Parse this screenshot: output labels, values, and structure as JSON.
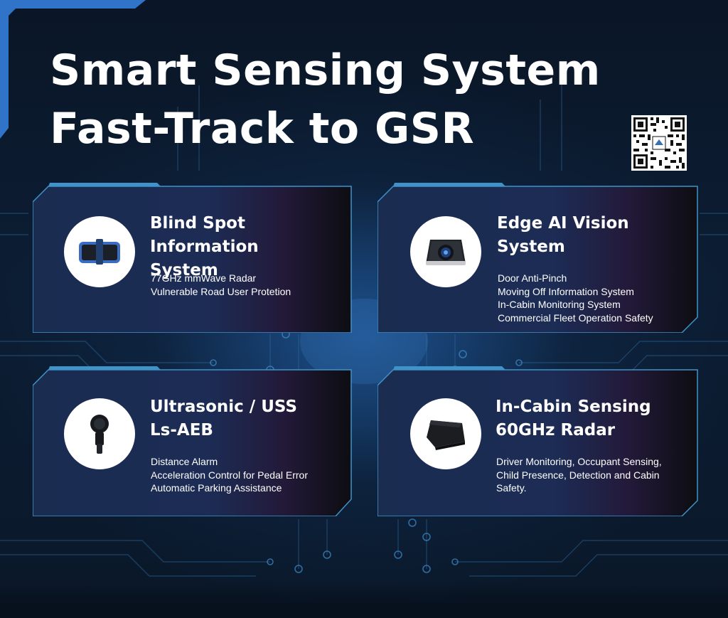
{
  "title": {
    "line1": "Smart Sensing System",
    "line2": "Fast-Track to GSR"
  },
  "qr_code": {
    "icon": "qr-code-icon"
  },
  "cards": [
    {
      "title_line1": "Blind Spot Information",
      "title_line2": "System",
      "icon": "radar-sensor-icon",
      "items": [
        "77GHz mmWave Radar",
        "Vulnerable Road User Protetion"
      ]
    },
    {
      "title_line1": "Edge AI Vision",
      "title_line2": "System",
      "icon": "camera-module-icon",
      "items": [
        "Door Anti-Pinch",
        "Moving Off Information System",
        "In-Cabin Monitoring System",
        "Commercial Fleet Operation Safety"
      ]
    },
    {
      "title_line1": "Ultrasonic / USS",
      "title_line2": "Ls-AEB",
      "icon": "ultrasonic-sensor-icon",
      "items": [
        "Distance Alarm",
        "Acceleration Control for Pedal Error",
        "Automatic Parking Assistance"
      ]
    },
    {
      "title_line1": "In-Cabin Sensing",
      "title_line2": "60GHz Radar",
      "icon": "cabin-radar-icon",
      "items": [
        "Driver Monitoring, Occupant Sensing,",
        "Child Presence, Detection and Cabin",
        "Safety."
      ]
    }
  ],
  "colors": {
    "background": "#0b1a2e",
    "accent": "#3f93c9",
    "card_fill": "#1a2b4e",
    "text": "#ffffff"
  }
}
